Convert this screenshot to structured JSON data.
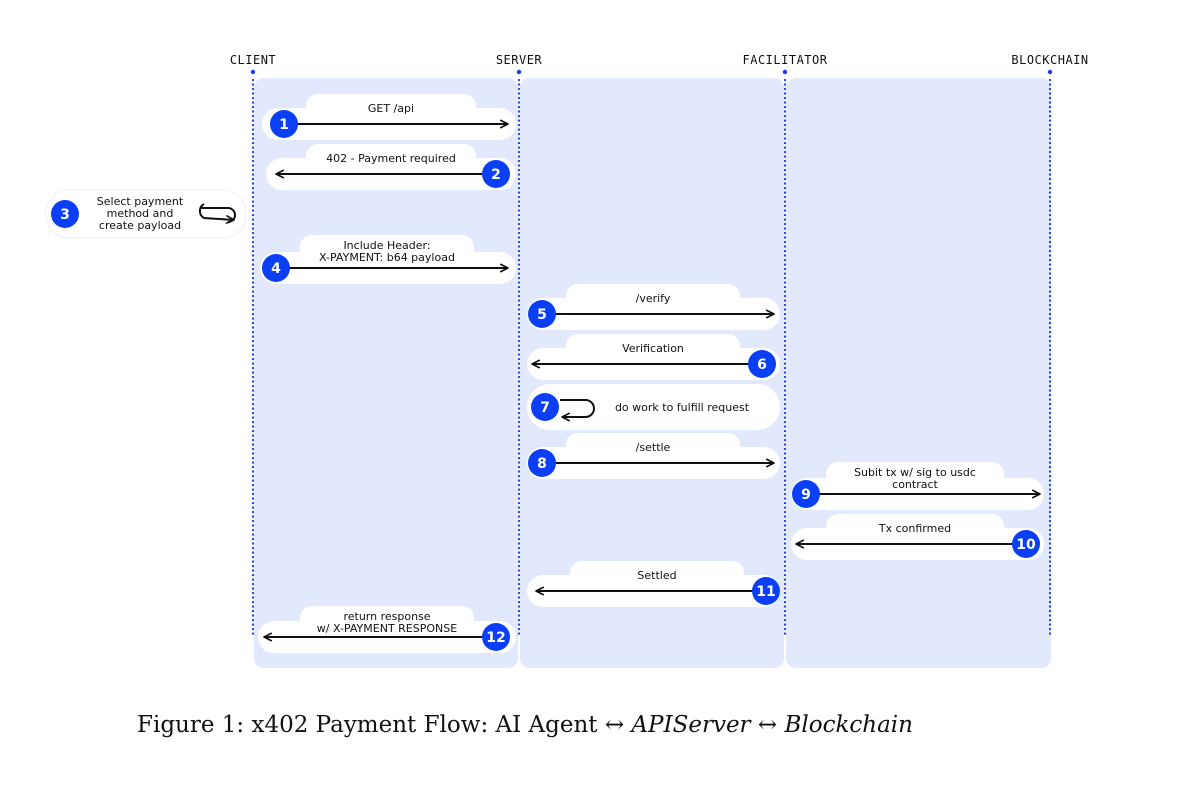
{
  "colors": {
    "lane_fill": "#e3e9fc",
    "badge": "#0a3ff5",
    "dots": "#1a3cf0",
    "pill": "#ffffff",
    "arrow": "#111111"
  },
  "lanes": [
    {
      "label": "CLIENT"
    },
    {
      "label": "SERVER"
    },
    {
      "label": "FACILITATOR"
    },
    {
      "label": "BLOCKCHAIN"
    }
  ],
  "steps": [
    {
      "num": "1",
      "lines": [
        "GET /api"
      ]
    },
    {
      "num": "2",
      "lines": [
        "402 - Payment required"
      ]
    },
    {
      "num": "3",
      "lines": [
        "Select payment",
        "method and",
        "create payload"
      ],
      "icon": "loop-arrow-icon"
    },
    {
      "num": "4",
      "lines": [
        "Include Header:",
        "X-PAYMENT: b64 payload"
      ]
    },
    {
      "num": "5",
      "lines": [
        "/verify"
      ]
    },
    {
      "num": "6",
      "lines": [
        "Verification"
      ]
    },
    {
      "num": "7",
      "lines": [
        "do work to fulfill request"
      ],
      "icon": "loop-arrow-icon"
    },
    {
      "num": "8",
      "lines": [
        "/settle"
      ]
    },
    {
      "num": "9",
      "lines": [
        "Subit tx w/ sig to usdc",
        "contract"
      ]
    },
    {
      "num": "10",
      "lines": [
        "Tx confirmed"
      ]
    },
    {
      "num": "11",
      "lines": [
        "Settled"
      ]
    },
    {
      "num": "12",
      "lines": [
        "return response",
        "w/ X-PAYMENT RESPONSE"
      ]
    }
  ],
  "caption": {
    "prefix": "Figure 1: x402 Payment Flow: AI Agent ",
    "arrow1": "↔",
    "mid": "APIServer",
    "arrow2": "↔",
    "end": "Blockchain"
  }
}
